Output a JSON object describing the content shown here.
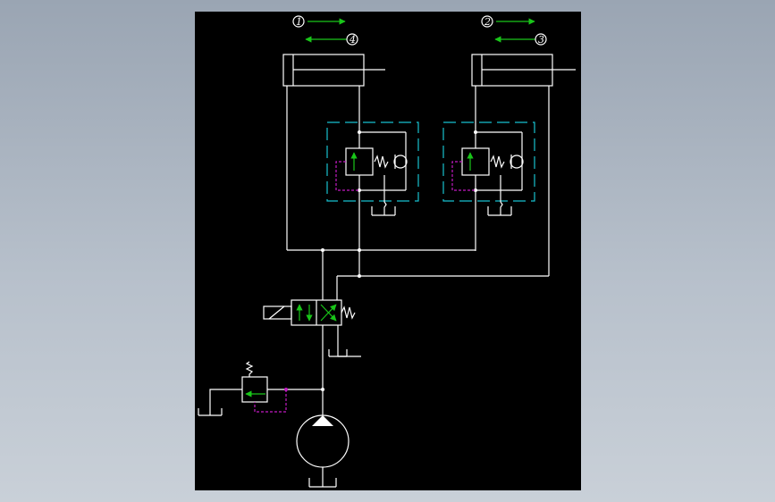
{
  "diagram": {
    "motion_labels": [
      {
        "number": "1",
        "arrow": "right"
      },
      {
        "number": "4",
        "arrow": "left"
      },
      {
        "number": "2",
        "arrow": "right"
      },
      {
        "number": "3",
        "arrow": "left"
      }
    ],
    "colors": {
      "background": "#000000",
      "lines": "#ffffff",
      "arrows": "#19c519",
      "pilot_lines": "#c21bc2",
      "valve_enclosure": "#17c0cf"
    },
    "components": [
      "hydraulic-cylinder-1",
      "hydraulic-cylinder-2",
      "counterbalance-valve-1",
      "counterbalance-valve-2",
      "solenoid-directional-valve",
      "relief-valve",
      "hydraulic-pump",
      "tank"
    ]
  }
}
